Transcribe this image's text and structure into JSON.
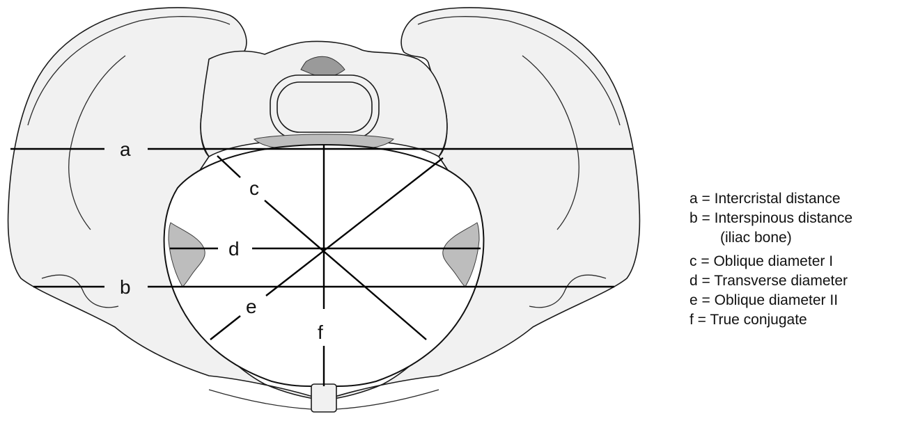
{
  "diagram": {
    "line_labels": {
      "a": "a",
      "b": "b",
      "c": "c",
      "d": "d",
      "e": "e",
      "f": "f"
    }
  },
  "legend": {
    "items": [
      {
        "key": "a =",
        "text": "Intercristal distance"
      },
      {
        "key": "b =",
        "text": "Interspinous distance",
        "sub": "(iliac bone)"
      },
      {
        "key": "c =",
        "text": "Oblique diameter I"
      },
      {
        "key": "d =",
        "text": "Transverse diameter"
      },
      {
        "key": "e =",
        "text": "Oblique diameter II"
      },
      {
        "key": "f =",
        "text": "True conjugate"
      }
    ]
  }
}
